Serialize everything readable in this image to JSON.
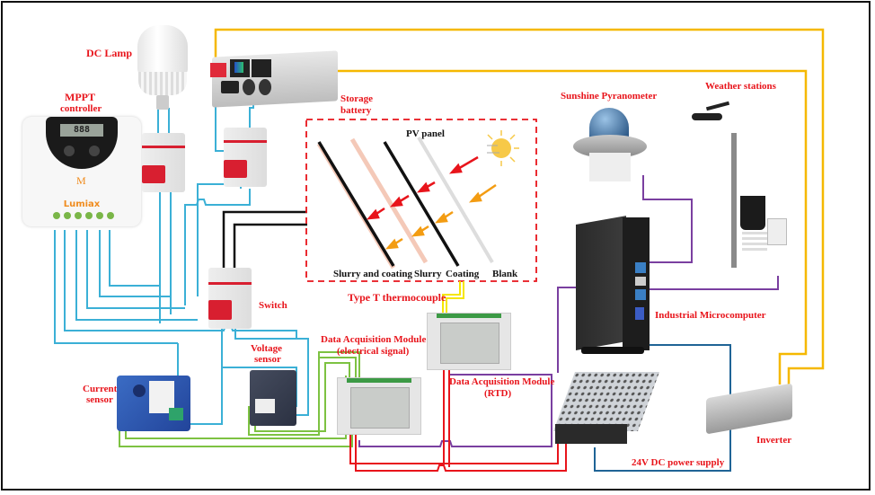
{
  "diagram": {
    "title": "PV panel experimental monitoring system wiring",
    "labels": {
      "dc_lamp": "DC Lamp",
      "mppt_line1": "MPPT",
      "mppt_line2": "controller",
      "mppt_brand": "Lumiax",
      "mppt_display": "888",
      "storage_line1": "Storage",
      "storage_line2": "battery",
      "pv_panel": "PV panel",
      "sunshine_pyranometer": "Sunshine Pyranometer",
      "weather_stations": "Weather stations",
      "switch": "Switch",
      "type_t": "Type T thermocouple",
      "voltage_line1": "Voltage",
      "voltage_line2": "sensor",
      "current_line1": "Current",
      "current_line2": "sensor",
      "daq_elec_line1": "Data Acquisition Module",
      "daq_elec_line2": "(electrical signal)",
      "daq_rtd_line1": "Data Acquisition Module",
      "daq_rtd_line2": "(RTD)",
      "industrial_pc": "Industrial Microcomputer",
      "power_supply": "24V DC power supply",
      "inverter": "Inverter"
    },
    "pv_samples": [
      "Slurry and coating",
      "Slurry",
      "Coating",
      "Blank"
    ],
    "wire_colors": {
      "power_ac": "#f5b800",
      "dc_cyan": "#3bb0d6",
      "signal_green": "#7dc242",
      "thermocouple": "#f5e600",
      "data_purple": "#7a3fa0",
      "power_red": "#e8141b",
      "pc_power_blue": "#1f6496",
      "panel_black": "#111111"
    }
  }
}
